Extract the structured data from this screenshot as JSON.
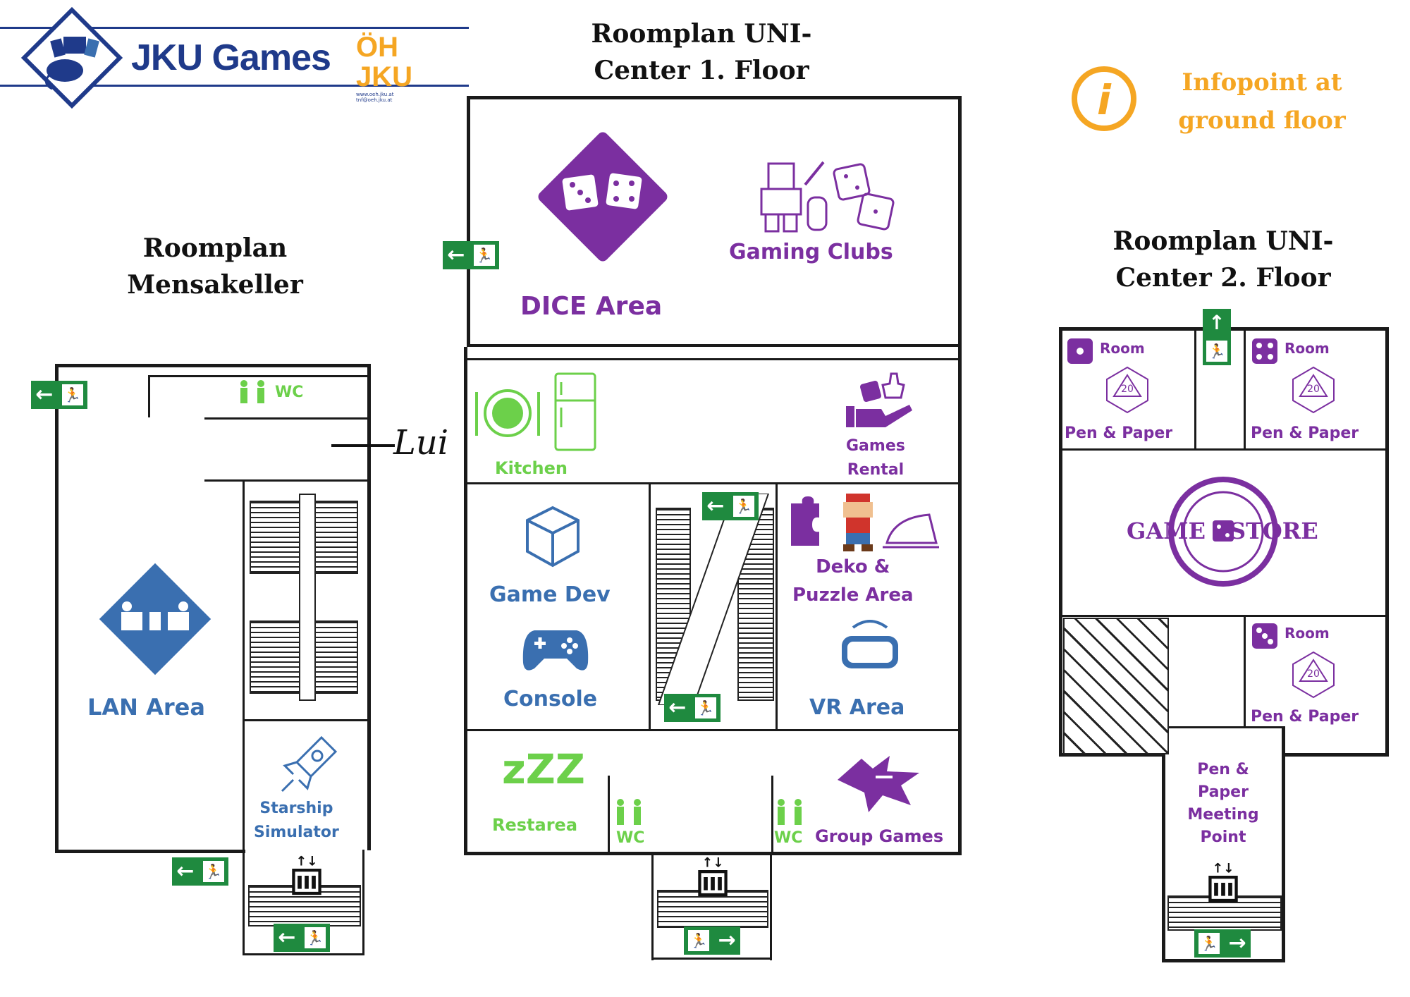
{
  "header": {
    "brand": "JKU Games",
    "partner_logo": "ÖH JKU",
    "partner_small1": "www.oeh.jku.at",
    "partner_small2": "tnf@oeh.jku.at"
  },
  "titles": {
    "floor1_line1": "Roomplan UNI-",
    "floor1_line2": "Center 1. Floor",
    "mensa_line1": "Roomplan",
    "mensa_line2": "Mensakeller",
    "floor2_line1": "Roomplan UNI-",
    "floor2_line2": "Center 2. Floor"
  },
  "info": {
    "line1": "Infopoint at",
    "line2": "ground floor",
    "icon": "i"
  },
  "mensa": {
    "wc": "WC",
    "handwriting": "Lui",
    "lan": "LAN Area",
    "starship1": "Starship",
    "starship2": "Simulator"
  },
  "floor1": {
    "dice": "DICE Area",
    "clubs": "Gaming Clubs",
    "kitchen": "Kitchen",
    "rental1": "Games",
    "rental2": "Rental",
    "gamedev": "Game Dev",
    "console": "Console",
    "deko1": "Deko &",
    "deko2": "Puzzle Area",
    "vr": "VR Area",
    "rest": "Restarea",
    "zzz": "zZZ",
    "wc": "WC",
    "group": "Group Games"
  },
  "floor2": {
    "room": "Room",
    "pp": "Pen & Paper",
    "d20": "20",
    "store_left": "GAME",
    "store_right": "STORE",
    "meet1": "Pen &",
    "meet2": "Paper",
    "meet3": "Meeting",
    "meet4": "Point"
  },
  "colors": {
    "purple": "#7b2fa0",
    "blue": "#3a6fb0",
    "green": "#6cd04a",
    "orange": "#f5a623",
    "exit": "#1f8a3f",
    "navy": "#1f3a8a"
  }
}
